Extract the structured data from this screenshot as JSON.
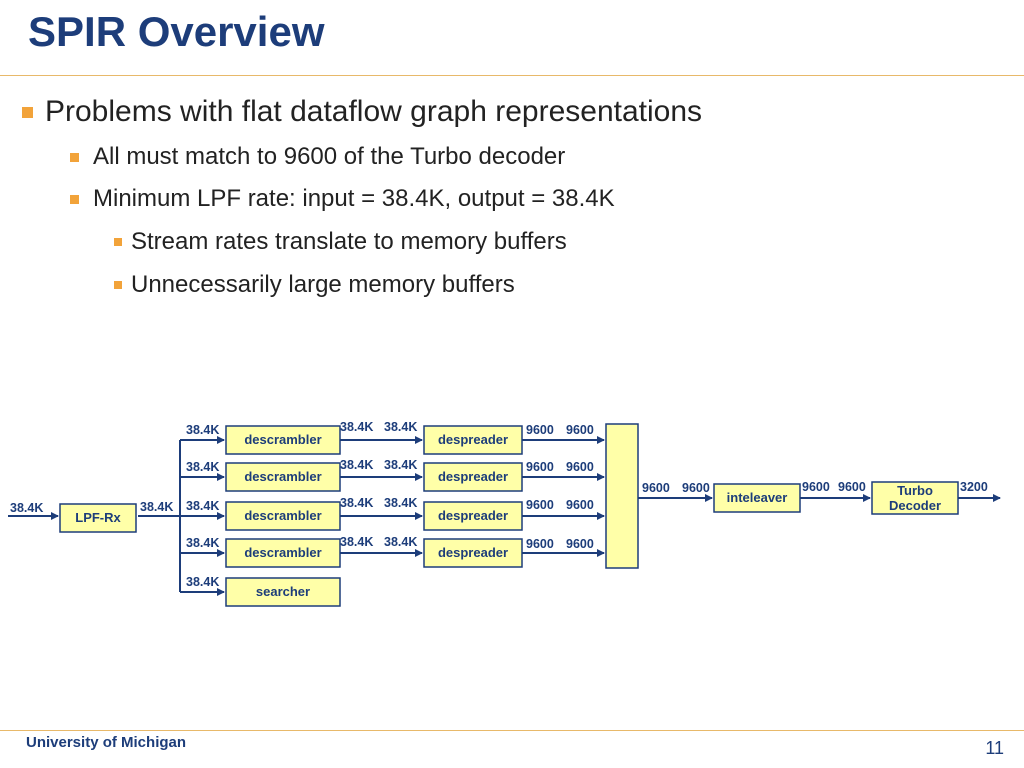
{
  "title": "SPIR Overview",
  "bullets": {
    "b1": "Problems with flat dataflow graph representations",
    "b2": "All must match to 9600 of the Turbo decoder",
    "b3": "Minimum LPF rate: input = 38.4K, output = 38.4K",
    "b4": "Stream rates translate to memory buffers",
    "b5": "Unnecessarily large memory buffers"
  },
  "diagram": {
    "blocks": {
      "lpf": "LPF-Rx",
      "descrambler": "descrambler",
      "despreader": "despreader",
      "searcher": "searcher",
      "interleaver": "inteleaver",
      "turbo_line1": "Turbo",
      "turbo_line2": "Decoder"
    },
    "rates": {
      "r384": "38.4K",
      "r9600": "9600",
      "r3200": "3200"
    }
  },
  "colors": {
    "title": "#1d3d7a",
    "bullet_square": "#f2a33a",
    "block_fill": "#ffffa8",
    "rule": "#e8b96a"
  },
  "footer": {
    "institution": "University of Michigan",
    "page": "11"
  }
}
